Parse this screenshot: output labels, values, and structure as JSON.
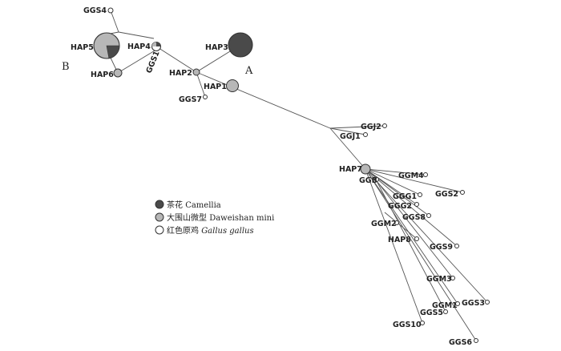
{
  "colors": {
    "camellia": "#4a4a4a",
    "daweishan": "#b7b7b7",
    "gallus": "#ffffff",
    "line": "#555555",
    "stroke": "#333333"
  },
  "letters": {
    "a": "A",
    "b": "B"
  },
  "legend": {
    "camellia": {
      "zh": "茶花",
      "en": "Camellia"
    },
    "daweishan": {
      "zh": "大围山微型",
      "en": "Daweishan mini"
    },
    "gallus": {
      "zh": "红色原鸡",
      "en": "Gallus gallus"
    }
  },
  "labels": {
    "GGS4": "GGS4",
    "HAP5": "HAP5",
    "HAP4": "HAP4",
    "GGS1": "GGS1",
    "HAP6": "HAP6",
    "HAP3": "HAP3",
    "HAP2": "HAP2",
    "HAP1": "HAP1",
    "GGS7": "GGS7",
    "GGJ2": "GGJ2",
    "GGJ1": "GGJ1",
    "HAP7": "HAP7",
    "GGM4": "GGM4",
    "GGS2": "GGS2",
    "GGB": "GGB",
    "GGG1": "GGG1",
    "GGG2": "GGG2",
    "GGS8": "GGS8",
    "GGM2": "GGM2",
    "HAP8": "HAP8",
    "GGS9": "GGS9",
    "GGM3": "GGM3",
    "GGM1": "GGM1",
    "GGS3": "GGS3",
    "GGS5": "GGS5",
    "GGS10": "GGS10",
    "GGS6": "GGS6"
  }
}
